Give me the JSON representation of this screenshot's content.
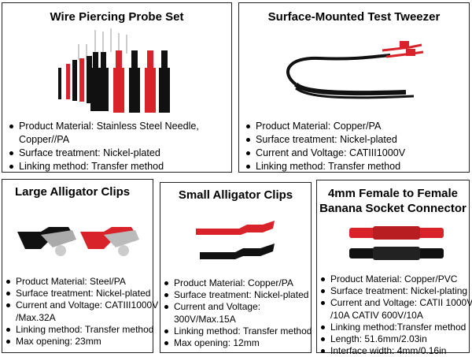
{
  "colors": {
    "red": "#d8232a",
    "black": "#111111",
    "border": "#222222"
  },
  "panels": [
    {
      "id": "wire-piercing",
      "title": "Wire Piercing Probe Set",
      "image_icon": "probe-set-icon",
      "specs": [
        "Product Material: Stainless Steel Needle,",
        "Copper//PA",
        "Surface treatment: Nickel-plated",
        "Linking method: Transfer method"
      ],
      "spec_bullets": [
        true,
        false,
        true,
        true
      ]
    },
    {
      "id": "tweezer",
      "title": "Surface-Mounted Test Tweezer",
      "image_icon": "test-tweezer-icon",
      "specs": [
        "Product Material: Copper/PA",
        "Surface treatment: Nickel-plated",
        "Current and Voltage: CATIII1000V",
        "Linking method: Transfer method"
      ]
    },
    {
      "id": "large-alligator",
      "title": "Large Alligator Clips",
      "image_icon": "large-alligator-clip-icon",
      "specs": [
        "Product Material: Steel/PA",
        "Surface treatment: Nickel-plated",
        "Current and Voltage: CATIII1000V",
        "/Max.32A",
        "Linking method: Transfer method",
        "Max opening: 23mm"
      ],
      "spec_bullets": [
        true,
        true,
        true,
        false,
        true,
        true
      ]
    },
    {
      "id": "small-alligator",
      "title": "Small Alligator Clips",
      "image_icon": "small-alligator-clip-icon",
      "specs": [
        "Product Material: Copper/PA",
        "Surface treatment: Nickel-plated",
        "Current and Voltage:",
        "300V/Max.15A",
        "Linking method: Transfer method",
        "Max opening: 12mm"
      ],
      "spec_bullets": [
        true,
        true,
        true,
        false,
        true,
        true
      ]
    },
    {
      "id": "banana-socket",
      "title_line1": "4mm Female to Female",
      "title_line2": "Banana Socket Connector",
      "image_icon": "banana-socket-connector-icon",
      "specs": [
        "Product Material: Copper/PVC",
        "Surface treatment: Nickel-plating",
        "Current and Voltage: CATII 1000V",
        "/10A CATIV 600V/10A",
        "Linking method:Transfer method",
        "Length: 51.6mm/2.03in",
        "Interface width: 4mm/0.16in"
      ],
      "spec_bullets": [
        true,
        true,
        true,
        false,
        true,
        true,
        true
      ]
    }
  ]
}
